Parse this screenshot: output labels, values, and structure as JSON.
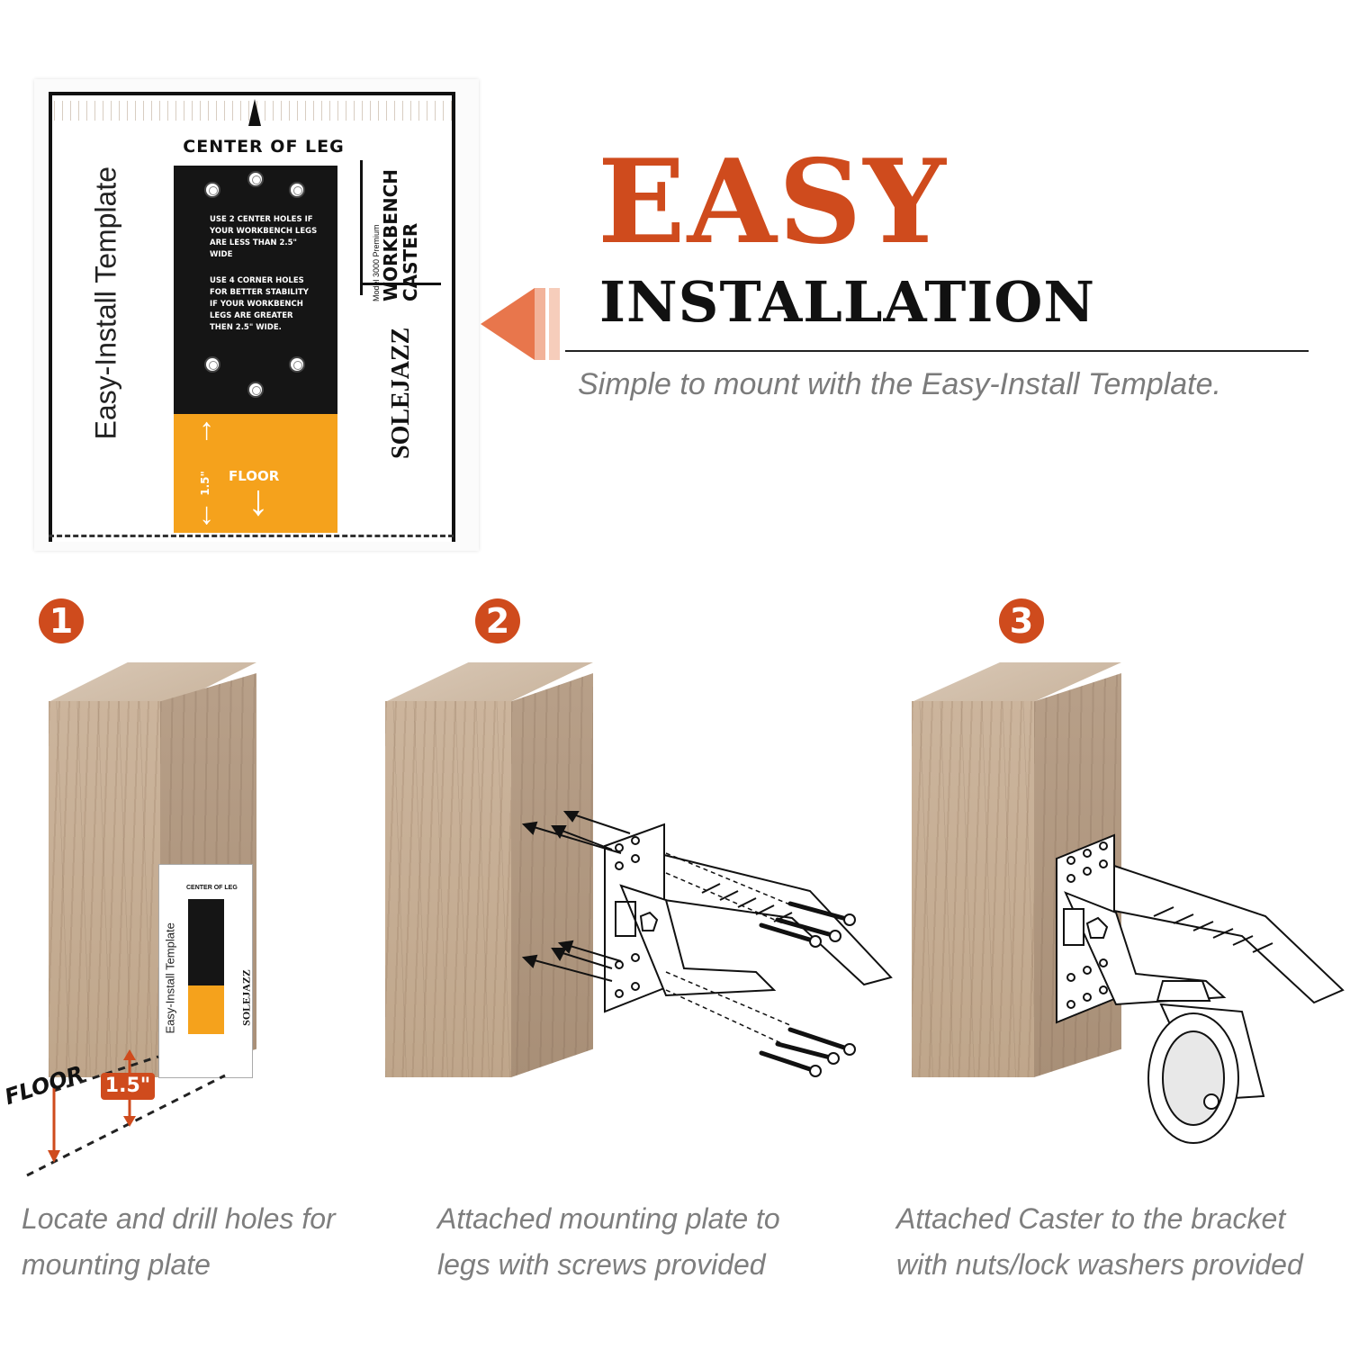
{
  "template": {
    "center_label": "CENTER OF LEG",
    "instructions_1": "USE 2 CENTER HOLES IF YOUR WORKBENCH LEGS ARE LESS THAN 2.5\" WIDE",
    "instructions_2": "USE 4 CORNER HOLES FOR BETTER STABILITY IF YOUR WORKBENCH LEGS ARE GREATER THEN 2.5\" WIDE.",
    "floor_label": "FLOOR",
    "dimension_label": "1.5\"",
    "title": "Easy-Install Template",
    "model_line": "Model 3000 Premium",
    "product_line_1": "WORKBENCH",
    "product_line_2": "CASTER",
    "brand": "SOLEJAZZ"
  },
  "heading": {
    "line_1": "EASY",
    "line_2": "INSTALLATION",
    "subtitle": "Simple to mount with the Easy-Install Template."
  },
  "steps": [
    {
      "number": "1",
      "caption_line_1": "Locate and drill holes for",
      "caption_line_2": "mounting plate",
      "floor_tag": "FLOOR",
      "dimension_tag": "1.5\"",
      "mini_title": "Easy-Install Template",
      "mini_brand": "SOLEJAZZ",
      "mini_center": "CENTER OF LEG"
    },
    {
      "number": "2",
      "caption_line_1": "Attached mounting plate to",
      "caption_line_2": "legs with screws provided"
    },
    {
      "number": "3",
      "caption_line_1": "Attached Caster to the bracket",
      "caption_line_2": "with nuts/lock washers provided"
    }
  ],
  "colors": {
    "accent": "#cf4b1d",
    "template_orange": "#f5a21c",
    "text_dark": "#111111",
    "caption_gray": "#7e7e7e"
  }
}
